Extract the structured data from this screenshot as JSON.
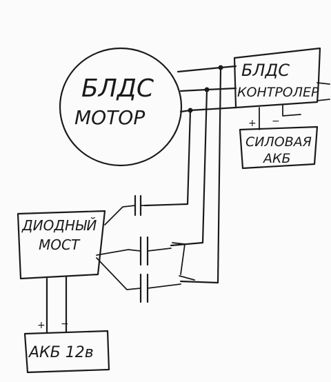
{
  "diagram": {
    "motor": {
      "line1": "БЛДС",
      "line2": "МОТОР"
    },
    "controller": {
      "line1": "БЛДС",
      "line2": "КОНТРОЛЕР"
    },
    "power_battery": {
      "line1": "СИЛОВАЯ",
      "line2": "АКБ",
      "plus": "+",
      "minus": "−"
    },
    "diode_bridge": {
      "line1": "ДИОДНЫЙ",
      "line2": "МОСТ"
    },
    "battery_12v": {
      "label": "АКБ 12в",
      "plus": "+",
      "minus": "−"
    }
  },
  "colors": {
    "ink": "#1a1a1a",
    "paper": "#fbfbfb"
  }
}
